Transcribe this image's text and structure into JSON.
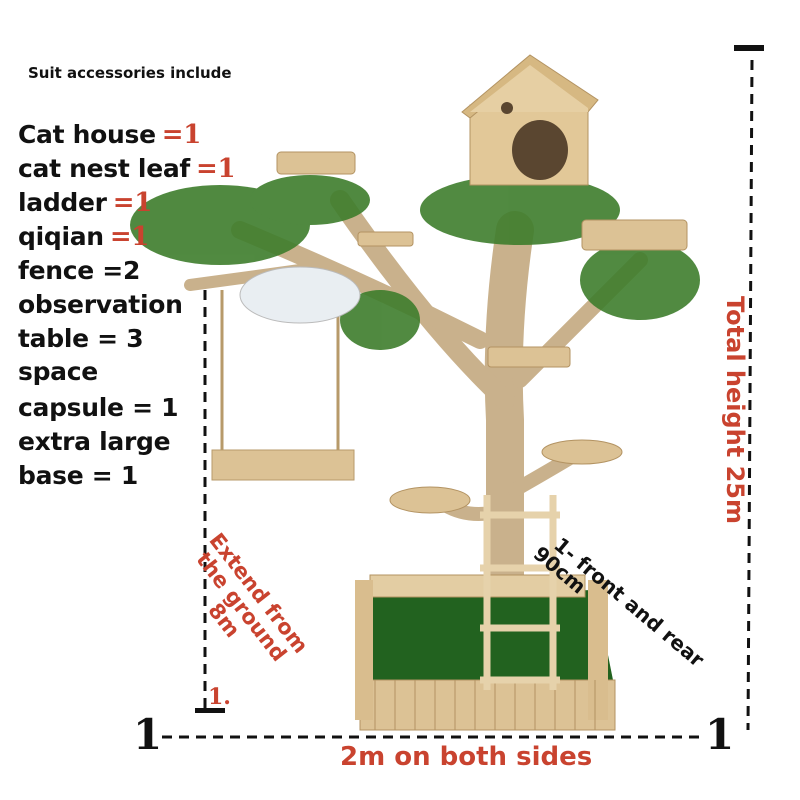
{
  "header": {
    "title": "Suit accessories include"
  },
  "items": [
    {
      "label": "Cat house",
      "mark": "=1"
    },
    {
      "label": "cat nest leaf",
      "mark": "=1"
    },
    {
      "label": "ladder",
      "mark": "=1"
    },
    {
      "label": "qiqian",
      "mark": "=1"
    },
    {
      "label": "fence =2"
    },
    {
      "label": "observation"
    },
    {
      "label": "table = 3"
    },
    {
      "label": "space"
    },
    {
      "label": "capsule = 1"
    },
    {
      "label": "extra large"
    },
    {
      "label": "base = 1"
    }
  ],
  "dimensions": {
    "height": "Total height 25m",
    "ground": "Extend from the ground 8m",
    "front_rear_line1": "1- front and rear",
    "front_rear_line2": "90cm",
    "width": "2m on both sides",
    "left_marker": "1",
    "right_marker": "1",
    "small_marker": "1."
  },
  "colors": {
    "accent": "#c9432f",
    "text": "#111111",
    "wood": "#d8b98a",
    "leaf": "#3e7d2c",
    "grass": "#22621f"
  }
}
